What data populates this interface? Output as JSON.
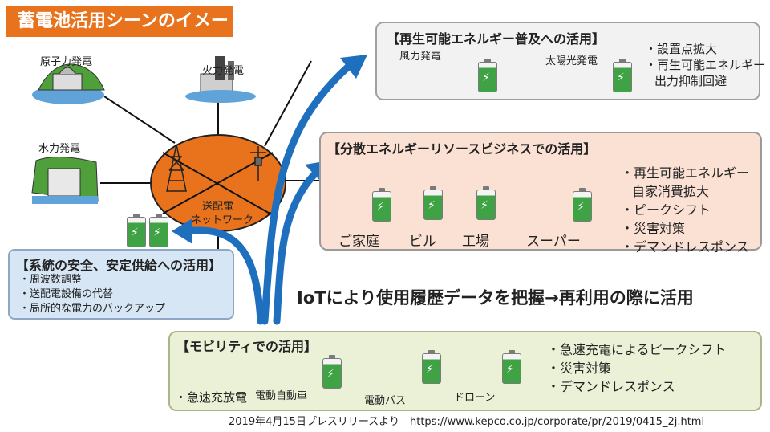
{
  "title": "蓄電池活用シーンのイメージ",
  "center": {
    "line1": "送配電",
    "line2": "ネットワーク"
  },
  "plants": {
    "nuclear": "原子力発電",
    "thermal": "火力発電",
    "hydro": "水力発電"
  },
  "renewable": {
    "title": "【再生可能エネルギー普及への活用】",
    "wind": "風力発電",
    "solar": "太陽光発電",
    "bullets": [
      "・設置点拡大",
      "・再生可能エネルギー",
      "出力抑制回避"
    ]
  },
  "distributed": {
    "title": "【分散エネルギーリソースビジネスでの活用】",
    "places": [
      "ご家庭",
      "ビル",
      "工場",
      "スーパー"
    ],
    "bullets": [
      "・再生可能エネルギー",
      "自家消費拡大",
      "・ピークシフト",
      "・災害対策",
      "・デマンドレスポンス"
    ]
  },
  "grid": {
    "title": "【系統の安全、安定供給への活用】",
    "bullets": [
      "・周波数調整",
      "・送配電設備の代替",
      "・局所的な電力のバックアップ"
    ]
  },
  "iot_text": "IoTにより使用履歴データを把握→再利用の際に活用",
  "mobility": {
    "title": "【モビリティでの活用】",
    "charger": "・急速充放電",
    "ev": "電動自動車",
    "bus": "電動バス",
    "drone": "ドローン",
    "bullets": [
      "・急速充電によるピークシフト",
      "・災害対策",
      "・デマンドレスポンス"
    ]
  },
  "footer": "2019年4月15日プレスリリースより　https://www.kepco.co.jp/corporate/pr/2019/0415_2j.html",
  "colors": {
    "title_bg": "#e8731c",
    "network": "#e8731c",
    "arrow": "#1f6fbf",
    "battery": "#3fa244"
  }
}
